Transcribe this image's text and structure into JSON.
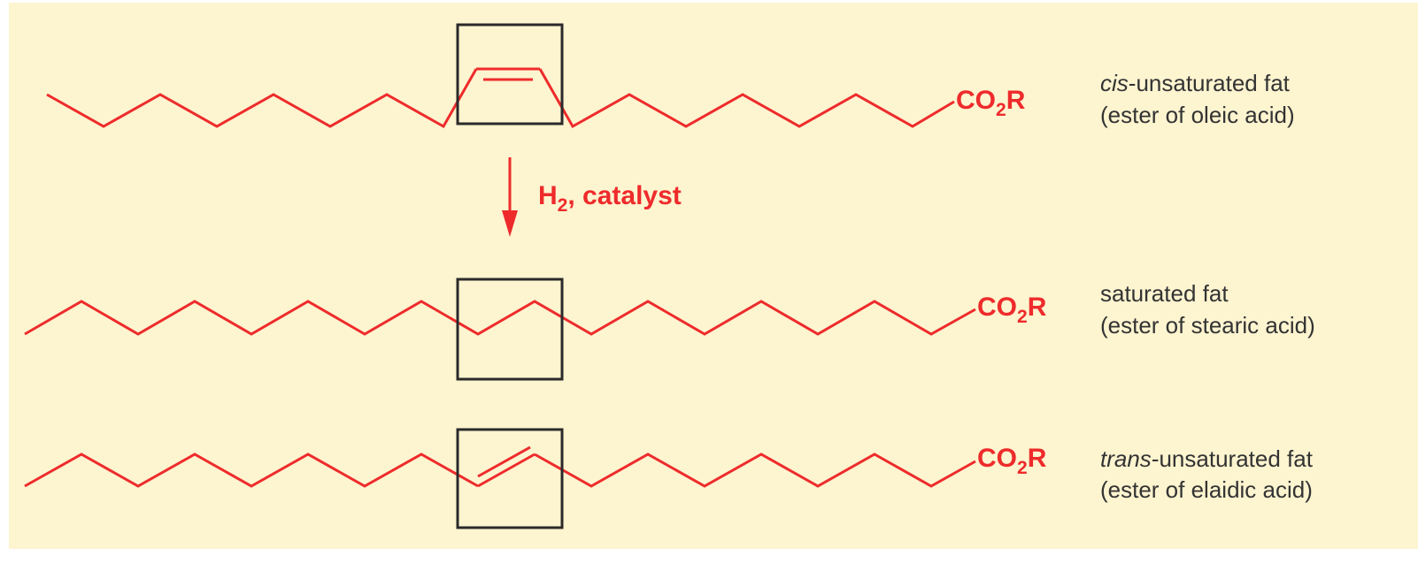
{
  "colors": {
    "panel": "#fdf4d0",
    "bond": "#ee2b2b",
    "box": "#2a2a2a",
    "text": "#333333",
    "accent": "#ee2b2b"
  },
  "reaction": {
    "arrow_label_main": "H",
    "arrow_label_sub": "2",
    "arrow_label_rest": ", catalyst"
  },
  "molecules": [
    {
      "group_main": "CO",
      "group_sub": "2",
      "group_end": "R",
      "desc_prefix_italic": "cis",
      "desc_rest": "-unsaturated fat",
      "desc_line2": "(ester of oleic acid)"
    },
    {
      "group_main": "CO",
      "group_sub": "2",
      "group_end": "R",
      "desc_prefix_italic": "",
      "desc_rest": "saturated fat",
      "desc_line2": "(ester of stearic acid)"
    },
    {
      "group_main": "CO",
      "group_sub": "2",
      "group_end": "R",
      "desc_prefix_italic": "trans",
      "desc_rest": "-unsaturated fat",
      "desc_line2": "(ester of elaidic acid)"
    }
  ]
}
